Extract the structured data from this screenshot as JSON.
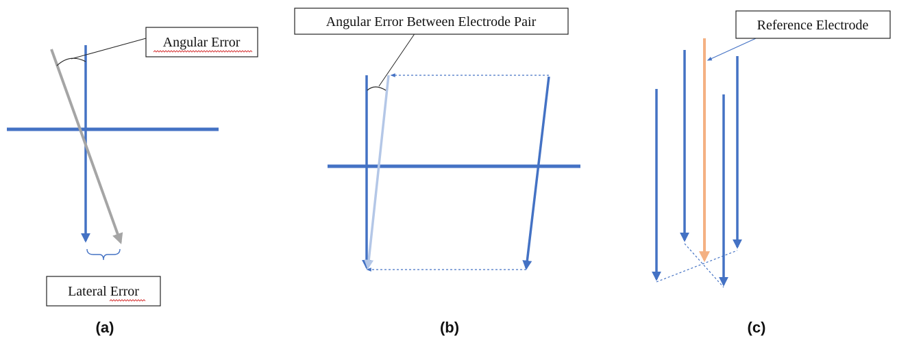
{
  "panels": {
    "a": {
      "label": "(a)",
      "angular_error_label": "Angular Error",
      "lateral_error_label": "Lateral Error"
    },
    "b": {
      "label": "(b)",
      "angular_error_pair_label": "Angular Error Between Electrode Pair"
    },
    "c": {
      "label": "(c)",
      "reference_electrode_label": "Reference Electrode"
    }
  },
  "colors": {
    "electrode": "#4472c4",
    "deviated_electrode_gray": "#a5a5a5",
    "deviated_electrode_light": "#b4c7e7",
    "reference_electrode": "#f4b183",
    "leader_line": "#222222",
    "spelling_squiggle": "#d83b3b"
  }
}
